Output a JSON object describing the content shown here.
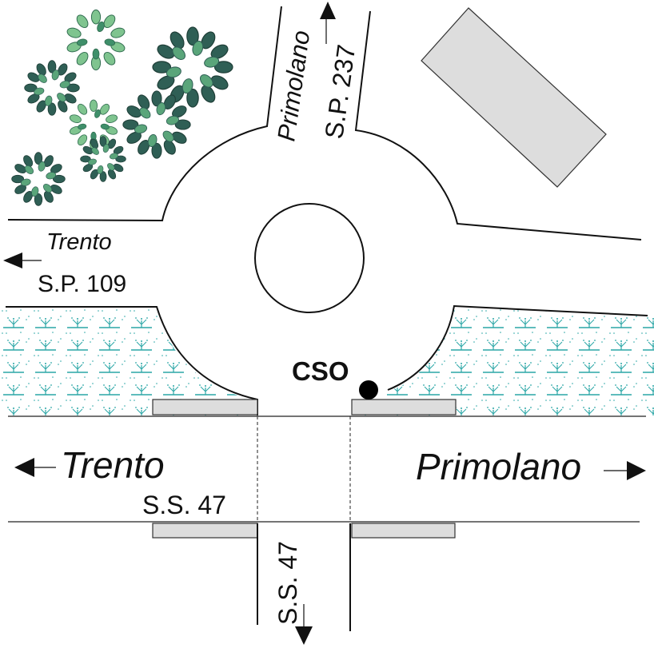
{
  "map": {
    "colors": {
      "road_line": "#111111",
      "building_fill": "#dddddd",
      "marsh": "#2aa6a6",
      "tree_dark": "#2f5f55",
      "tree_mid": "#2e8b57",
      "tree_light": "#7fc48f",
      "marker": "#000000"
    },
    "labels": {
      "north_name": "Primolano",
      "north_road": "S.P. 237",
      "west_name": "Trento",
      "west_road": "S.P. 109",
      "main_west_name": "Trento",
      "main_east_name": "Primolano",
      "main_road": "S.S. 47",
      "south_road": "S.S. 47",
      "marker": "CSO"
    },
    "icons": {
      "arrows": [
        "arrow-up-icon",
        "arrow-left-icon",
        "arrow-right-icon",
        "arrow-down-icon"
      ],
      "trees": "tree-icon",
      "marsh": "marsh-icon",
      "marker": "dot-icon"
    }
  }
}
